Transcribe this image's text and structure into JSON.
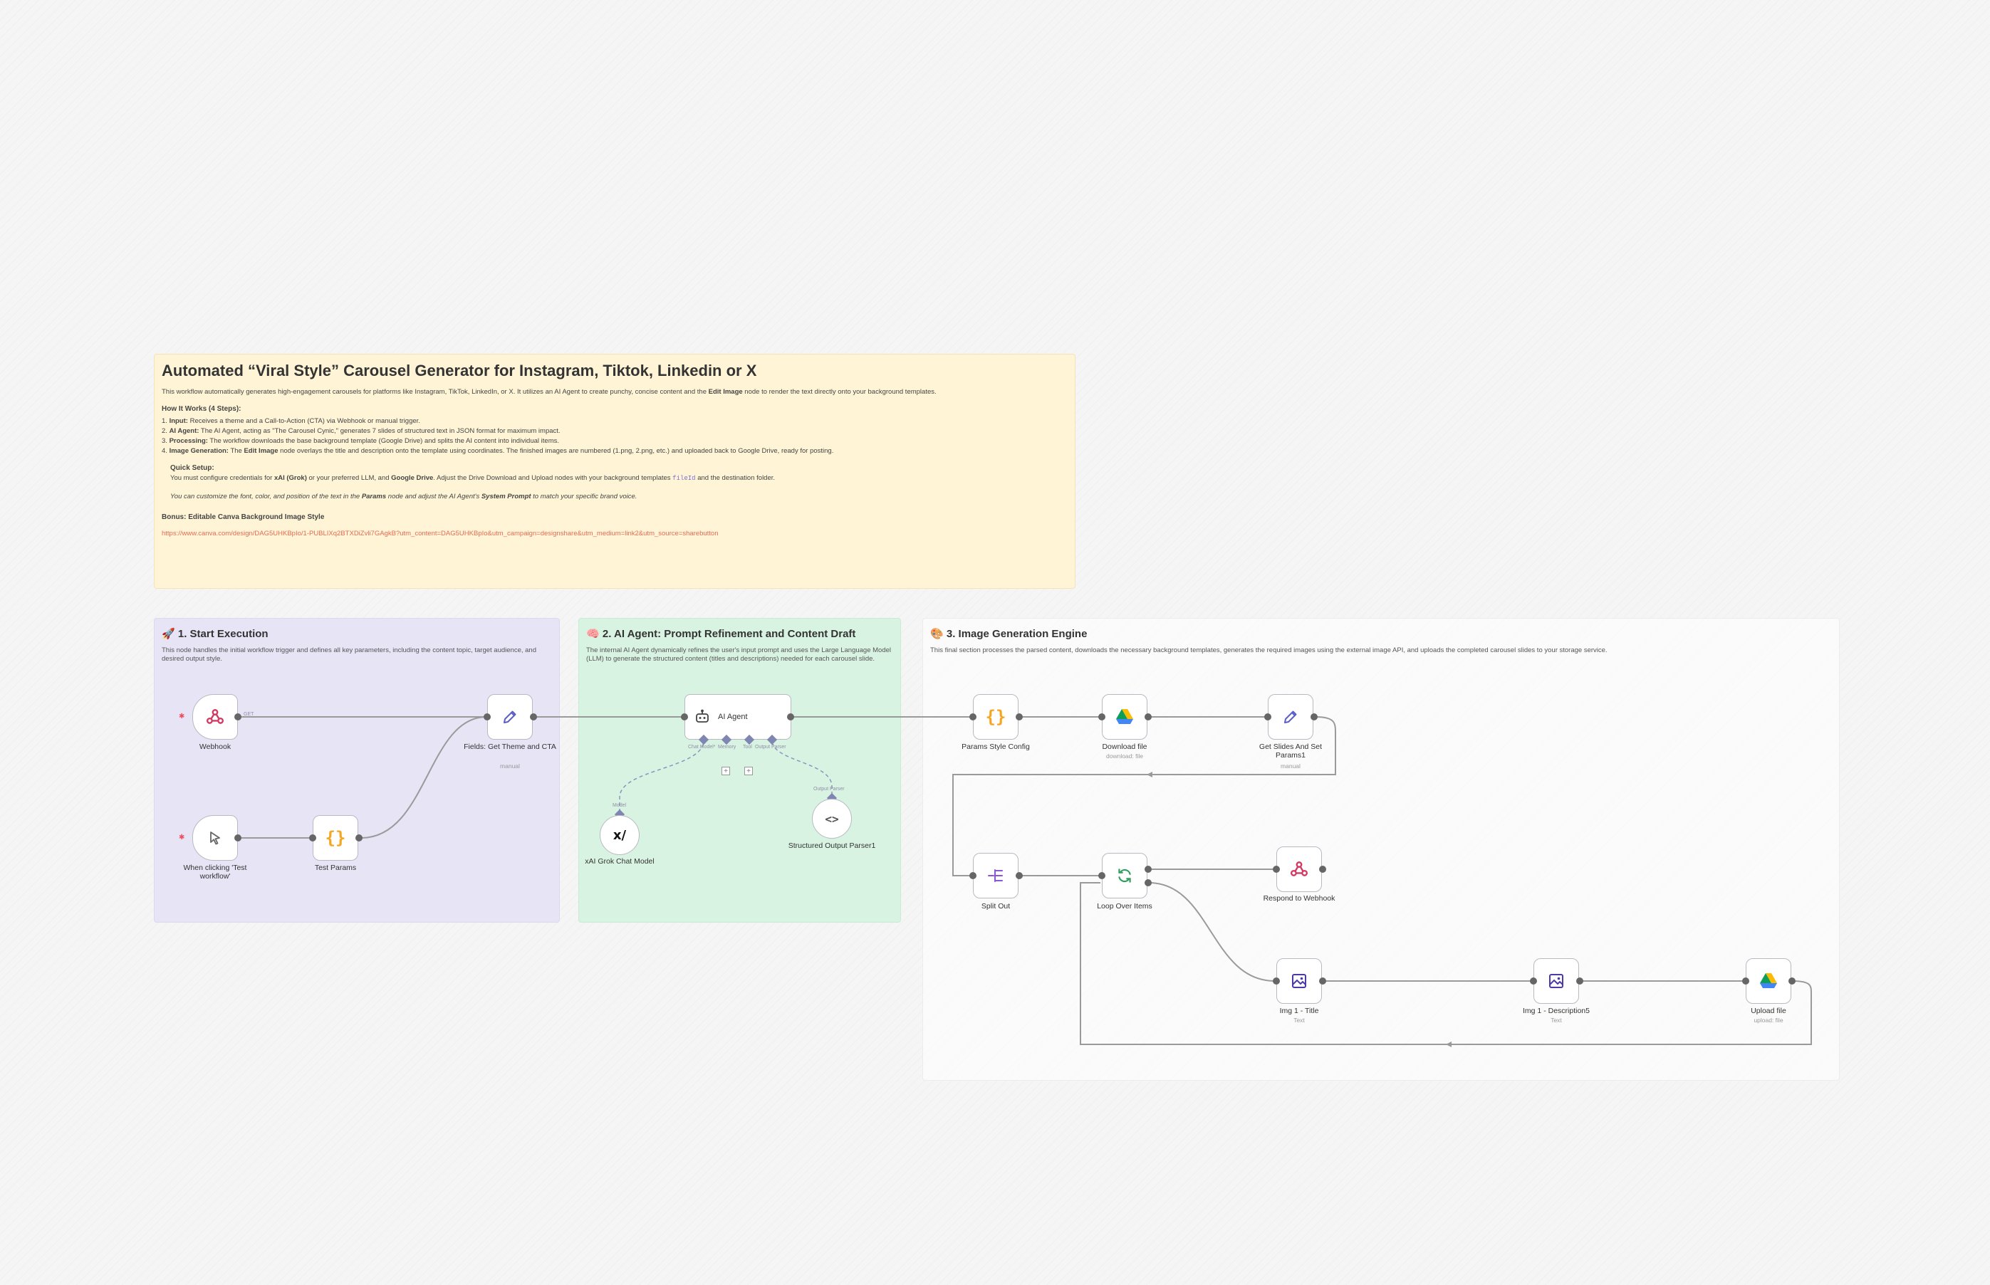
{
  "main_note": {
    "title": "Automated “Viral Style” Carousel Generator for Instagram, Tiktok, Linkedin or X",
    "intro_1": "This workflow automatically generates high-engagement carousels for platforms like Instagram, TikTok, LinkedIn, or X. It utilizes an AI Agent to create punchy, concise content and the ",
    "intro_bold": "Edit Image",
    "intro_2": " node to render the text directly onto your background templates.",
    "how_title": "How It Works (4 Steps):",
    "steps": [
      {
        "n": "1. ",
        "b": "Input:",
        "t": " Receives a theme and a Call-to-Action (CTA) via Webhook or manual trigger."
      },
      {
        "n": "2. ",
        "b": "AI Agent:",
        "t": " The AI Agent, acting as \"The Carousel Cynic,\" generates 7 slides of structured text in JSON format for maximum impact."
      },
      {
        "n": "3. ",
        "b": "Processing:",
        "t": " The workflow downloads the base background template (Google Drive) and splits the AI content into individual items."
      },
      {
        "n": "4. ",
        "b": "Image Generation:",
        "t": " The ",
        "b2": "Edit Image",
        "t2": " node overlays the title and description onto the template using coordinates. The finished images are numbered (1.png, 2.png, etc.) and uploaded back to Google Drive, ready for posting."
      }
    ],
    "quick_title": "Quick Setup:",
    "quick_1": "You must configure credentials for ",
    "quick_b1": "xAI (Grok)",
    "quick_2": " or your preferred LLM, and ",
    "quick_b2": "Google Drive",
    "quick_3": ". Adjust the Drive Download and Upload nodes with your background templates ",
    "quick_code": "fileId",
    "quick_4": " and the destination folder.",
    "custom_1": "You can customize the font, color, and position of the text in the ",
    "custom_b1": "Params",
    "custom_2": " node and adjust the AI Agent's ",
    "custom_b2": "System Prompt",
    "custom_3": " to match your specific brand voice.",
    "bonus_title": "Bonus: Editable Canva Background Image Style",
    "bonus_link": "https://www.canva.com/design/DAG5UHKBpIo/1-PUBLIXq2BTXDiZvli7GAgkB?utm_content=DAG5UHKBpIo&utm_campaign=designshare&utm_medium=link2&utm_source=sharebutton"
  },
  "sections": {
    "start": {
      "emoji": "🚀",
      "title": "1. Start Execution",
      "desc": "This node handles the initial workflow trigger and defines all key parameters, including the content topic, target audience, and desired output style."
    },
    "ai": {
      "emoji": "🧠",
      "title": "2. AI Agent: Prompt Refinement and Content Draft",
      "desc": "The internal AI Agent dynamically refines the user's input prompt and uses the Large Language Model (LLM) to generate the structured content (titles and descriptions) needed for each carousel slide."
    },
    "img": {
      "emoji": "🎨",
      "title": "3. Image Generation Engine",
      "desc": "This final section processes the parsed content, downloads the necessary background templates, generates the required images using the external image API, and uploads the completed carousel slides to your storage service."
    }
  },
  "nodes": {
    "webhook": {
      "label": "Webhook"
    },
    "manual": {
      "label": "When clicking 'Test workflow'"
    },
    "test_params": {
      "label": "Test Params"
    },
    "fields": {
      "label": "Fields: Get Theme and CTA",
      "sub": "manual"
    },
    "ai_agent": {
      "label": "AI Agent"
    },
    "grok": {
      "label": "xAI Grok Chat Model"
    },
    "parser": {
      "label": "Structured Output Parser1"
    },
    "params_style": {
      "label": "Params Style Config"
    },
    "download": {
      "label": "Download file",
      "sub": "download: file"
    },
    "get_slides": {
      "label": "Get Slides And Set Params1",
      "sub": "manual"
    },
    "split": {
      "label": "Split Out"
    },
    "loop": {
      "label": "Loop Over Items"
    },
    "respond": {
      "label": "Respond to Webhook"
    },
    "img_title": {
      "label": "Img 1 - Title",
      "sub": "Text"
    },
    "img_desc": {
      "label": "Img 1 - Description5",
      "sub": "Text"
    },
    "upload": {
      "label": "Upload file",
      "sub": "upload: file"
    }
  },
  "ports": {
    "chat_model": "Chat Model*",
    "memory": "Memory",
    "tool": "Tool",
    "output_parser": "Output Parser",
    "model": "Model",
    "output_parser_2": "Output Parser",
    "get_label": "GET"
  },
  "colors": {
    "trigger_star": "#f04e5e",
    "webhook_icon": "#d13a62",
    "edit_icon": "#5b5fc7",
    "code_icon": "#f5a623",
    "split_icon": "#8a55d6",
    "loop_icon": "#2f9e5b",
    "image_icon": "#4b3aa8"
  }
}
